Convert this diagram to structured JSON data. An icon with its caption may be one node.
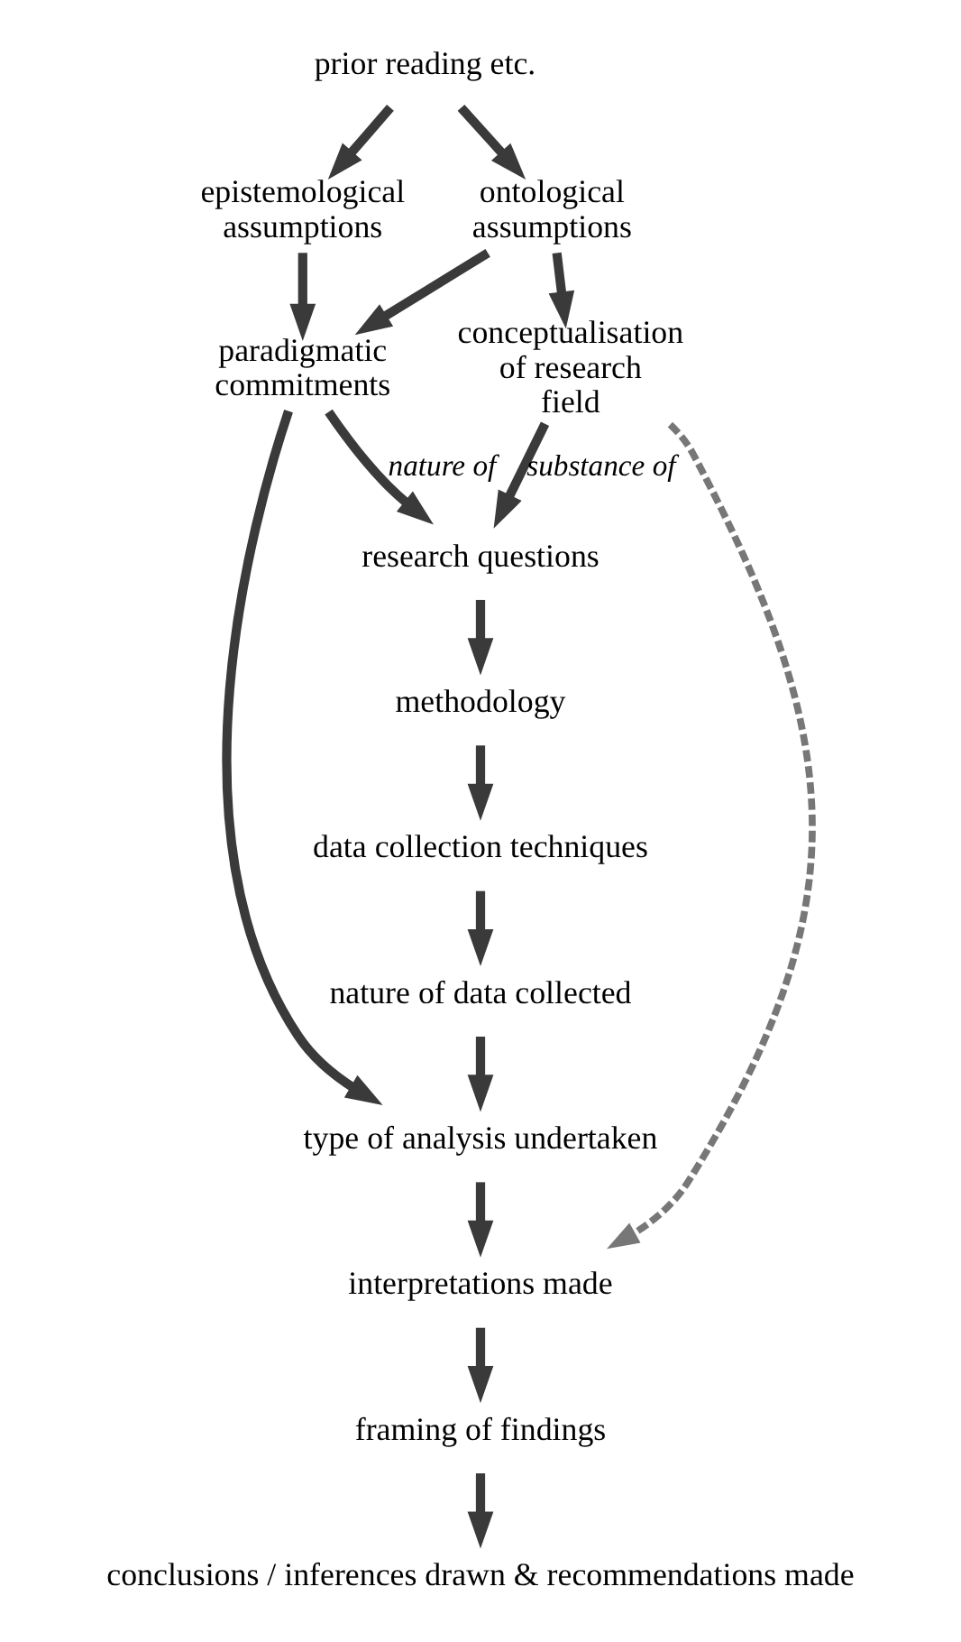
{
  "diagram": {
    "nodes": [
      {
        "text": [
          "prior reading etc."
        ]
      },
      {
        "text": [
          "epistemological assumptions"
        ]
      },
      {
        "text": [
          "ontological assumptions"
        ]
      },
      {
        "text": [
          "paradigmatic commitments"
        ]
      },
      {
        "text": [
          "conceptualisation of research field"
        ]
      },
      {
        "text": [
          "research questions"
        ]
      },
      {
        "text": [
          "methodology"
        ]
      },
      {
        "text": [
          "data collection techniques"
        ]
      },
      {
        "text": [
          "nature of data collected"
        ]
      },
      {
        "text": [
          "type of analysis undertaken"
        ]
      },
      {
        "text": [
          "interpretations made"
        ]
      },
      {
        "text": [
          "framing of findings"
        ]
      },
      {
        "text": [
          "conclusions / inferences drawn & recommendations made"
        ]
      }
    ],
    "edges": [
      {
        "from": 0,
        "to": 1,
        "arrow": "to"
      },
      {
        "from": 0,
        "to": 2,
        "arrow": "to"
      },
      {
        "from": 1,
        "to": 3,
        "arrow": "to"
      },
      {
        "from": 2,
        "to": 3,
        "arrow": "to"
      },
      {
        "from": 2,
        "to": 4,
        "arrow": "to"
      },
      {
        "from": 3,
        "to": 5,
        "arrow": "to",
        "label": "nature of"
      },
      {
        "from": 4,
        "to": 5,
        "arrow": "to",
        "label": "substance of"
      },
      {
        "from": 3,
        "to": 9,
        "arrow": "to"
      },
      {
        "from": 5,
        "to": 6,
        "arrow": "to"
      },
      {
        "from": 6,
        "to": 7,
        "arrow": "to"
      },
      {
        "from": 7,
        "to": 8,
        "arrow": "to"
      },
      {
        "from": 8,
        "to": 9,
        "arrow": "to"
      },
      {
        "from": 4,
        "to": 10,
        "arrow": "to",
        "style": "dashed"
      },
      {
        "from": 9,
        "to": 10,
        "arrow": "to"
      },
      {
        "from": 10,
        "to": 11,
        "arrow": "to"
      },
      {
        "from": 11,
        "to": 12,
        "arrow": "to"
      }
    ]
  }
}
